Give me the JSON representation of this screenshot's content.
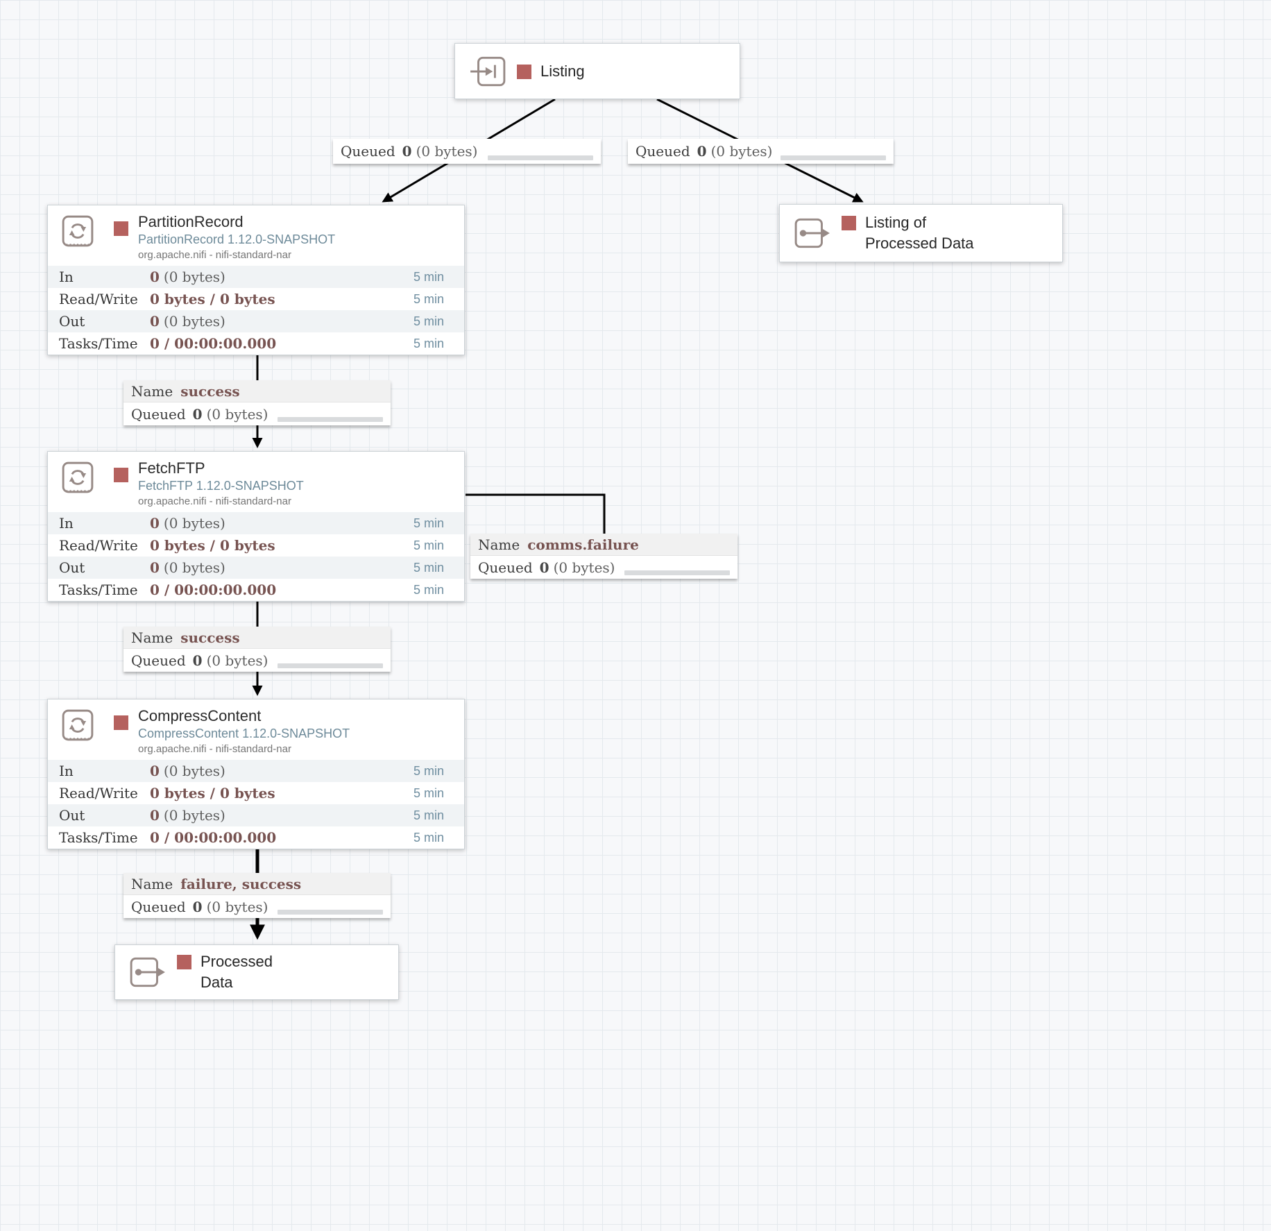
{
  "colors": {
    "status_stopped": "#b5615e",
    "icon": "#978a86",
    "processor_type_text": "#6d8a99",
    "stat_value": "#775351",
    "stat_time_text": "#6f8ea0",
    "connection_line": "#000000",
    "canvas_grid": "#e4e9ed"
  },
  "icons": {
    "processor": "sync-stamp-icon",
    "input_port": "arrow-into-port-icon",
    "output_port": "arrow-out-of-port-icon",
    "status": "stopped-square-icon"
  },
  "ports": {
    "listing": {
      "label": "Listing"
    },
    "listing_processed": {
      "label": "Listing of Processed Data"
    },
    "processed": {
      "label": "Processed Data"
    }
  },
  "processors": {
    "partition_record": {
      "title": "PartitionRecord",
      "subtitle": "PartitionRecord 1.12.0-SNAPSHOT",
      "bundle": "org.apache.nifi - nifi-standard-nar",
      "rows": [
        {
          "label": "In",
          "bold": "0",
          "rest": "(0 bytes)",
          "time": "5 min"
        },
        {
          "label": "Read/Write",
          "bold": "0 bytes / 0 bytes",
          "rest": "",
          "time": "5 min"
        },
        {
          "label": "Out",
          "bold": "0",
          "rest": "(0 bytes)",
          "time": "5 min"
        },
        {
          "label": "Tasks/Time",
          "bold": "0 / 00:00:00.000",
          "rest": "",
          "time": "5 min"
        }
      ]
    },
    "fetch_ftp": {
      "title": "FetchFTP",
      "subtitle": "FetchFTP 1.12.0-SNAPSHOT",
      "bundle": "org.apache.nifi - nifi-standard-nar",
      "rows": [
        {
          "label": "In",
          "bold": "0",
          "rest": "(0 bytes)",
          "time": "5 min"
        },
        {
          "label": "Read/Write",
          "bold": "0 bytes / 0 bytes",
          "rest": "",
          "time": "5 min"
        },
        {
          "label": "Out",
          "bold": "0",
          "rest": "(0 bytes)",
          "time": "5 min"
        },
        {
          "label": "Tasks/Time",
          "bold": "0 / 00:00:00.000",
          "rest": "",
          "time": "5 min"
        }
      ]
    },
    "compress_content": {
      "title": "CompressContent",
      "subtitle": "CompressContent 1.12.0-SNAPSHOT",
      "bundle": "org.apache.nifi - nifi-standard-nar",
      "rows": [
        {
          "label": "In",
          "bold": "0",
          "rest": "(0 bytes)",
          "time": "5 min"
        },
        {
          "label": "Read/Write",
          "bold": "0 bytes / 0 bytes",
          "rest": "",
          "time": "5 min"
        },
        {
          "label": "Out",
          "bold": "0",
          "rest": "(0 bytes)",
          "time": "5 min"
        },
        {
          "label": "Tasks/Time",
          "bold": "0 / 00:00:00.000",
          "rest": "",
          "time": "5 min"
        }
      ]
    }
  },
  "connections": {
    "listing_to_partition": {
      "queued_label": "Queued",
      "count": "0",
      "size": "(0 bytes)"
    },
    "listing_to_output": {
      "queued_label": "Queued",
      "count": "0",
      "size": "(0 bytes)"
    },
    "partition_success": {
      "name_label": "Name",
      "name": "success",
      "queued_label": "Queued",
      "count": "0",
      "size": "(0 bytes)"
    },
    "fetch_comms_failure": {
      "name_label": "Name",
      "name": "comms.failure",
      "queued_label": "Queued",
      "count": "0",
      "size": "(0 bytes)"
    },
    "fetch_success": {
      "name_label": "Name",
      "name": "success",
      "queued_label": "Queued",
      "count": "0",
      "size": "(0 bytes)"
    },
    "compress_out": {
      "name_label": "Name",
      "name": "failure, success",
      "queued_label": "Queued",
      "count": "0",
      "size": "(0 bytes)"
    }
  }
}
